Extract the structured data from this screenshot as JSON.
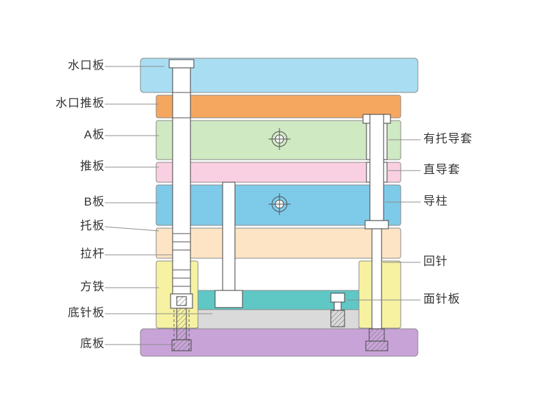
{
  "labels": {
    "left": [
      {
        "text": "水口板"
      },
      {
        "text": "水口推板"
      },
      {
        "text": "A板"
      },
      {
        "text": "推板"
      },
      {
        "text": "B板"
      },
      {
        "text": "托板"
      },
      {
        "text": "拉杆"
      },
      {
        "text": "方铁"
      },
      {
        "text": "底针板"
      },
      {
        "text": "底板"
      }
    ],
    "right": [
      {
        "text": "有托导套"
      },
      {
        "text": "直导套"
      },
      {
        "text": "导柱"
      },
      {
        "text": "回针"
      },
      {
        "text": "面针板"
      }
    ]
  },
  "colors": {
    "sprue_plate": "#a9def2",
    "runner_stripper_plate": "#f6a75f",
    "a_plate": "#cfe9c3",
    "stripper_plate": "#f9d0e2",
    "b_plate": "#7ecbe9",
    "support_plate": "#fce4c5",
    "spacer_block": "#f6f2a2",
    "top_ejector_plate": "#5fc8c5",
    "bottom_ejector_plate": "#dadada",
    "bottom_plate": "#c8a3d8",
    "part_fill": "#ffffff",
    "hatch": "#6f6f6f",
    "outline": "#8a8a8a",
    "part_outline": "#4f4f4f",
    "leader": "#8c8c8c",
    "label_text": "#333333",
    "background": "#ffffff"
  }
}
